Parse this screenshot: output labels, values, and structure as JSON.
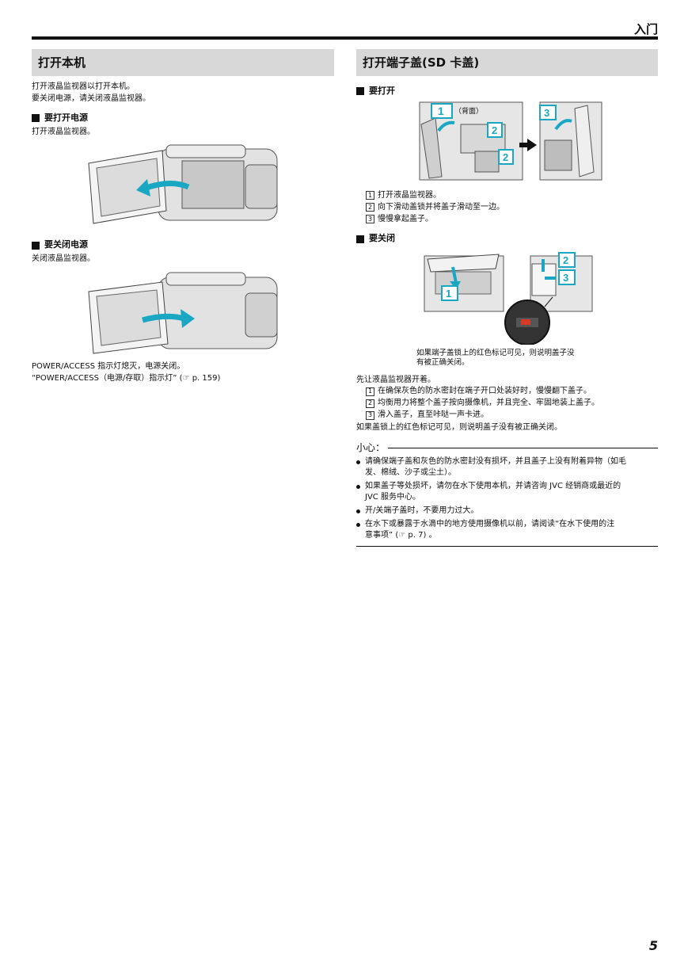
{
  "header": {
    "chapter": "入门",
    "page_number": "5"
  },
  "left": {
    "title": "打开本机",
    "intro_lines": [
      "打开液晶监视器以打开本机。",
      "要关闭电源，请关闭液晶监视器。"
    ],
    "power_on": {
      "heading": "要打开电源",
      "text": "打开液晶监视器。"
    },
    "power_off": {
      "heading": "要关闭电源",
      "text": "关闭液晶监视器。"
    },
    "note_lines": [
      "POWER/ACCESS 指示灯熄灭，电源关闭。",
      "“POWER/ACCESS（电源/存取）指示灯” (☞ p. 159)"
    ]
  },
  "right": {
    "title": "打开端子盖(SD 卡盖)",
    "open": {
      "heading": "要打开",
      "fig_label": "（背面）",
      "steps": [
        {
          "num": "1",
          "text": "打开液晶监视器。"
        },
        {
          "num": "2",
          "text": "向下滑动盖锁并将盖子滑动至一边。"
        },
        {
          "num": "3",
          "text": "慢慢拿起盖子。"
        }
      ]
    },
    "close": {
      "heading": "要关闭",
      "fig_caption_lines": [
        "如果端子盖锁上的红色标记可见，则说明盖子没",
        "有被正确关闭。"
      ],
      "pre_text": "先让液晶监视器开着。",
      "steps": [
        {
          "num": "1",
          "text": "在确保灰色的防水密封在端子开口处装好时，慢慢翻下盖子。"
        },
        {
          "num": "2",
          "text": "均衡用力将整个盖子按向摄像机，并且完全、牢固地装上盖子。"
        },
        {
          "num": "3",
          "text": "滑入盖子，直至咔哒一声卡进。"
        }
      ],
      "post_text": "如果盖锁上的红色标记可见，则说明盖子没有被正确关闭。"
    },
    "caution": {
      "title": "小心：",
      "items": [
        [
          "请确保端子盖和灰色的防水密封没有损坏，并且盖子上没有附着异物（如毛",
          "发、棉绒、沙子或尘土）。"
        ],
        [
          "如果盖子等处损坏，请勿在水下使用本机，并请咨询 JVC 经销商或最近的",
          "JVC 服务中心。"
        ],
        [
          "开/关端子盖时，不要用力过大。"
        ],
        [
          "在水下或暴露于水滴中的地方使用摄像机以前，请阅读“在水下使用的注",
          "意事项” (☞ p. 7) 。"
        ]
      ]
    }
  },
  "colors": {
    "accent_cyan": "#1aa7c4",
    "red_mark": "#d83a2a",
    "title_bg": "#d8d8d8"
  }
}
